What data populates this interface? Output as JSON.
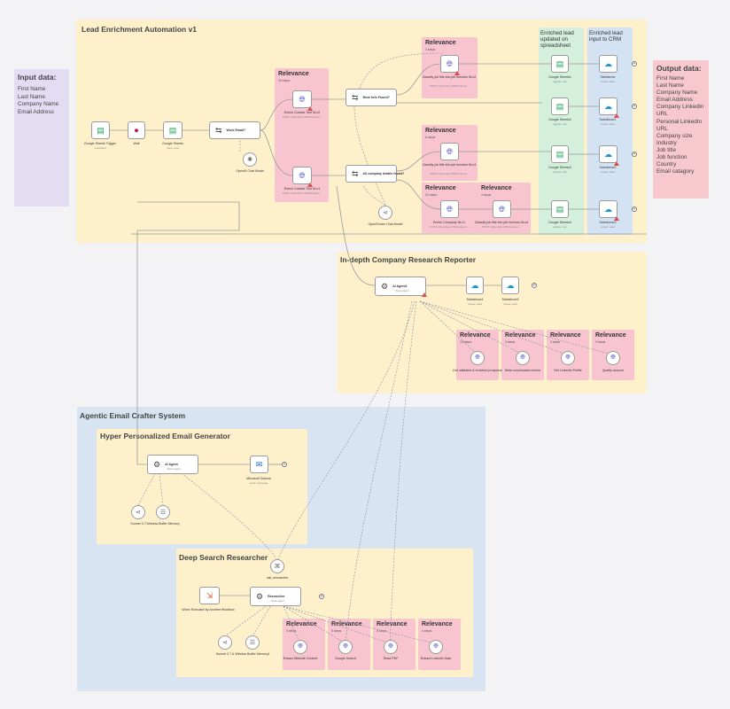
{
  "input_panel": {
    "title": "Input data:",
    "items": [
      "First Name",
      "Last Name",
      "Company Name",
      "Email Address"
    ]
  },
  "output_panel": {
    "title": "Output data:",
    "items": [
      "First Name",
      "Last Name",
      "Company Name",
      "Email Address",
      "Company LinkedIn",
      "URL",
      "Personal LinkedIn",
      "URL",
      "Company size",
      "Industry",
      "Job title",
      "Job function",
      "Country",
      "Email catagory"
    ]
  },
  "groups": {
    "lead_enrichment": "Lead Enrichment Automation v1",
    "company_research": "In-depth Company Research Reporter",
    "agentic_email": "Agentic Email Crafter System",
    "personalized_email": "Hyper Personalized Email Generator",
    "deep_search": "Deep Search Researcher"
  },
  "columns": {
    "spreadsheet": "Enriched lead updated on spreadsheet",
    "crm": "Enriched lead input to CRM"
  },
  "relevance_label": "Relevance",
  "nodes": {
    "sheets_trigger": {
      "label": "Google Sheets Trigger",
      "sub": "rowAdded"
    },
    "wait": {
      "label": "Wait"
    },
    "google_sheets": {
      "label": "Google Sheets",
      "sub": "read: rows"
    },
    "work_email": {
      "label": "Work Email?"
    },
    "openai_chat": {
      "label": "OpenAI Chat Model"
    },
    "enrich_tool_a": {
      "label": "Enrich Contact Tool NLv2",
      "sub": "POST: https://api.nPROtools.io/..."
    },
    "enrich_tool_b": {
      "label": "Enrich Contact Tool NLv1",
      "sub": "POST: https://api.nPROtools.io/..."
    },
    "more_info": {
      "label": "More Info Found?"
    },
    "company_details": {
      "label": "All company details found?"
    },
    "openrouter_chat": {
      "label": "OpenRouter Chat Model"
    },
    "classify_a": {
      "label": "Classify job title into job function NLv2",
      "sub": "POST: https://api.nPROtools.io/..."
    },
    "classify_b": {
      "label": "Classify job title into job function NLv3",
      "sub": "POST: https://api.nPROtools.io/..."
    },
    "enrich_company": {
      "label": "Enrich Company NLv1",
      "sub": "POST: https://api.nPROtools.io/..."
    },
    "classify_c": {
      "label": "Classify job title into job function NLv4",
      "sub": "POST: https://api.nPROtools.io/..."
    },
    "gsheet1": {
      "label": "Google Sheets1",
      "sub": "update: row"
    },
    "gsheet2": {
      "label": "Google Sheets2",
      "sub": "update: row"
    },
    "gsheet3": {
      "label": "Google Sheets3",
      "sub": "update: row"
    },
    "gsheet4": {
      "label": "Google Sheets4",
      "sub": "update: row"
    },
    "sf1": {
      "label": "Salesforce",
      "sub": "create: lead"
    },
    "sf2": {
      "label": "Salesforce1",
      "sub": "create: lead"
    },
    "sf3": {
      "label": "Salesforce2",
      "sub": "create: lead"
    },
    "sf4": {
      "label": "Salesforce3",
      "sub": "create: lead"
    },
    "ai_agent1": {
      "label": "AI Agent1",
      "sub": "Tools Agent"
    },
    "sf5": {
      "label": "Salesforce4",
      "sub": "create: lead"
    },
    "sf6": {
      "label": "Salesforce5",
      "sub": "create: lead"
    },
    "tool_enriched": {
      "label": "Get validated & enriched prospects"
    },
    "tool_write": {
      "label": "Write conversation timers"
    },
    "tool_linkedin": {
      "label": "Get LinkedIn Profile"
    },
    "tool_qualify": {
      "label": "Qualify account"
    },
    "ai_agent": {
      "label": "AI Agent",
      "sub": "Tools Agent"
    },
    "outlook": {
      "label": "Microsoft Outlook",
      "sub": "send: message"
    },
    "sonnet": {
      "label": "Sonnet 3.7"
    },
    "window_mem": {
      "label": "Window Buffer Memory"
    },
    "call_researcher": {
      "label": "call_researcher"
    },
    "exec_trigger": {
      "label": "When Executed by Another Workflow"
    },
    "researcher": {
      "label": "Researcher",
      "sub": "Tools Agent"
    },
    "sonnet2": {
      "label": "Sonnet 3.7 A"
    },
    "window_mem1": {
      "label": "Window Buffer Memory1"
    },
    "extract_web": {
      "label": "Extract Website Content"
    },
    "google_search": {
      "label": "Google Search"
    },
    "read_pdf": {
      "label": "Read PDF"
    },
    "extract_linkedin": {
      "label": "Extract LinkedIn Data"
    }
  },
  "relevance_subs": {
    "a": "10 steps",
    "b": "4 steps",
    "c": "6 steps",
    "d": "22 steps",
    "e": "4 steps",
    "f": "13 steps",
    "g": "3 steps",
    "h": "3 steps",
    "i": "3 steps",
    "j": "3 steps",
    "k": "5 steps",
    "l": "5 steps",
    "m": "4 steps"
  },
  "colors": {
    "lead_group": "#fdf0cb",
    "research_group": "#fdf0cb",
    "email_group": "#d8e4f2",
    "inner_group": "#fdf0cb",
    "relevance": "#f7c4cf",
    "spreadsheet_col": "#d4efdc",
    "crm_col": "#d3e3f3",
    "input_panel": "#e2ddf3",
    "output_panel": "#f7c9cf"
  }
}
